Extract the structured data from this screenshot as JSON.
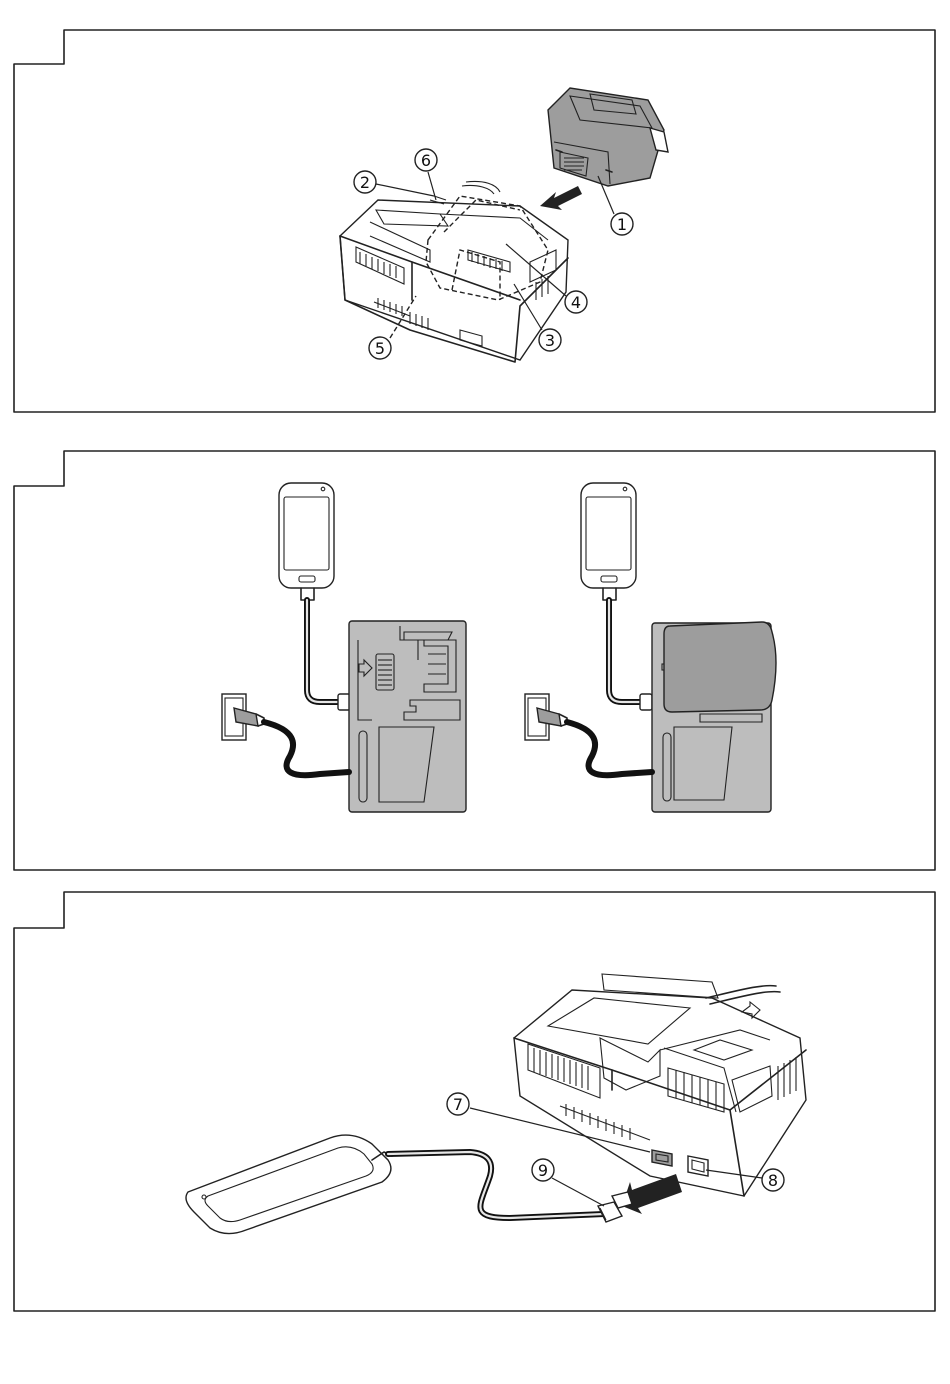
{
  "figures": [
    {
      "id": "fig-1",
      "callouts": [
        "1",
        "2",
        "3",
        "4",
        "5",
        "6"
      ]
    },
    {
      "id": "fig-2",
      "callouts": []
    },
    {
      "id": "fig-3",
      "callouts": [
        "7",
        "8",
        "9"
      ]
    }
  ],
  "colors": {
    "line": "#222222",
    "charger_panel": "#bdbdbd",
    "battery_panel": "#9d9d9d",
    "background": "#ffffff"
  },
  "icons": [
    "arrow-icon",
    "smartphone-icon",
    "wall-socket-icon",
    "usb-plug-icon",
    "battery-icon",
    "charger-icon"
  ]
}
